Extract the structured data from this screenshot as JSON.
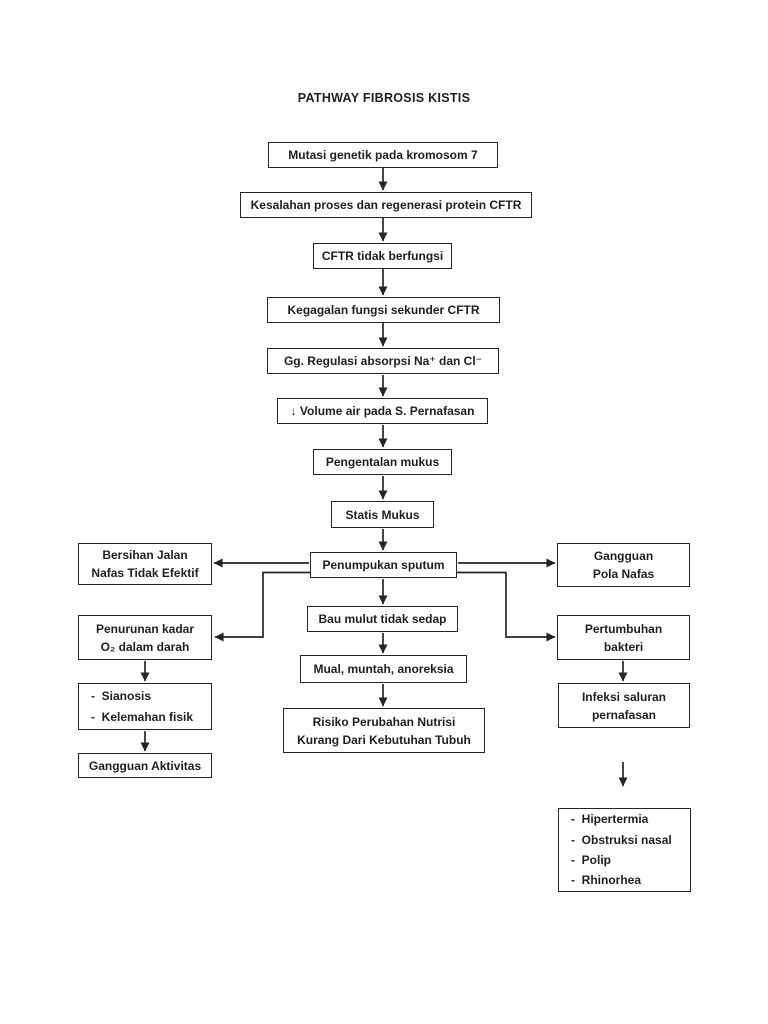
{
  "page": {
    "title": "PATHWAY FIBROSIS KISTIS"
  },
  "colors": {
    "ink": "#262626",
    "background": "#ffffff"
  },
  "nodes": {
    "genetic_mutation": {
      "label": "Mutasi genetik pada kromosom 7"
    },
    "protein_process_error": {
      "label": "Kesalahan proses dan regenerasi protein CFTR"
    },
    "cftr_nonfunctional": {
      "label": "CFTR tidak berfungsi"
    },
    "cftr_secondary_failure": {
      "label": "Kegagalan fungsi sekunder CFTR"
    },
    "ion_absorption_regulation": {
      "label": "Gg. Regulasi absorpsi Na⁺ dan Cl⁻"
    },
    "airway_water_volume": {
      "label": "↓ Volume air pada S. Pernafasan"
    },
    "mucus_thickening": {
      "label": "Pengentalan mukus"
    },
    "mucus_stasis": {
      "label": "Statis Mukus"
    },
    "sputum_accumulation": {
      "label": "Penumpukan sputum"
    },
    "bad_breath": {
      "label": "Bau mulut tidak sedap"
    },
    "nausea_vomiting_anorexia": {
      "label": "Mual, muntah, anoreksia"
    },
    "nutrition_risk": {
      "label": "Risiko Perubahan Nutrisi\nKurang Dari Kebutuhan Tubuh"
    },
    "ineffective_airway_clearance": {
      "label": "Bersihan Jalan\nNafas Tidak Efektif"
    },
    "decreased_blood_o2": {
      "label": "Penurunan kadar\nO₂ dalam darah"
    },
    "cyanosis_weakness": {
      "label": "-  Sianosis\n-  Kelemahan fisik"
    },
    "activity_disturbance": {
      "label": "Gangguan Aktivitas"
    },
    "breathing_pattern_disorder": {
      "label": "Gangguan\nPola Nafas"
    },
    "bacterial_growth": {
      "label": "Pertumbuhan\nbakteri"
    },
    "respiratory_infection": {
      "label": "Infeksi saluran\npernafasan"
    },
    "nasal_symptoms": {
      "label": "-  Hipertermia\n-  Obstruksi nasal\n-  Polip\n-  Rhinorhea"
    }
  },
  "edges": [
    {
      "from": "genetic_mutation",
      "to": "protein_process_error"
    },
    {
      "from": "protein_process_error",
      "to": "cftr_nonfunctional"
    },
    {
      "from": "cftr_nonfunctional",
      "to": "cftr_secondary_failure"
    },
    {
      "from": "cftr_secondary_failure",
      "to": "ion_absorption_regulation"
    },
    {
      "from": "ion_absorption_regulation",
      "to": "airway_water_volume"
    },
    {
      "from": "airway_water_volume",
      "to": "mucus_thickening"
    },
    {
      "from": "mucus_thickening",
      "to": "mucus_stasis"
    },
    {
      "from": "mucus_stasis",
      "to": "sputum_accumulation"
    },
    {
      "from": "sputum_accumulation",
      "to": "ineffective_airway_clearance"
    },
    {
      "from": "sputum_accumulation",
      "to": "breathing_pattern_disorder"
    },
    {
      "from": "sputum_accumulation",
      "to": "decreased_blood_o2"
    },
    {
      "from": "sputum_accumulation",
      "to": "bacterial_growth"
    },
    {
      "from": "sputum_accumulation",
      "to": "bad_breath"
    },
    {
      "from": "bad_breath",
      "to": "nausea_vomiting_anorexia"
    },
    {
      "from": "nausea_vomiting_anorexia",
      "to": "nutrition_risk"
    },
    {
      "from": "decreased_blood_o2",
      "to": "cyanosis_weakness"
    },
    {
      "from": "cyanosis_weakness",
      "to": "activity_disturbance"
    },
    {
      "from": "bacterial_growth",
      "to": "respiratory_infection"
    },
    {
      "from": "respiratory_infection",
      "to": "nasal_symptoms"
    }
  ]
}
